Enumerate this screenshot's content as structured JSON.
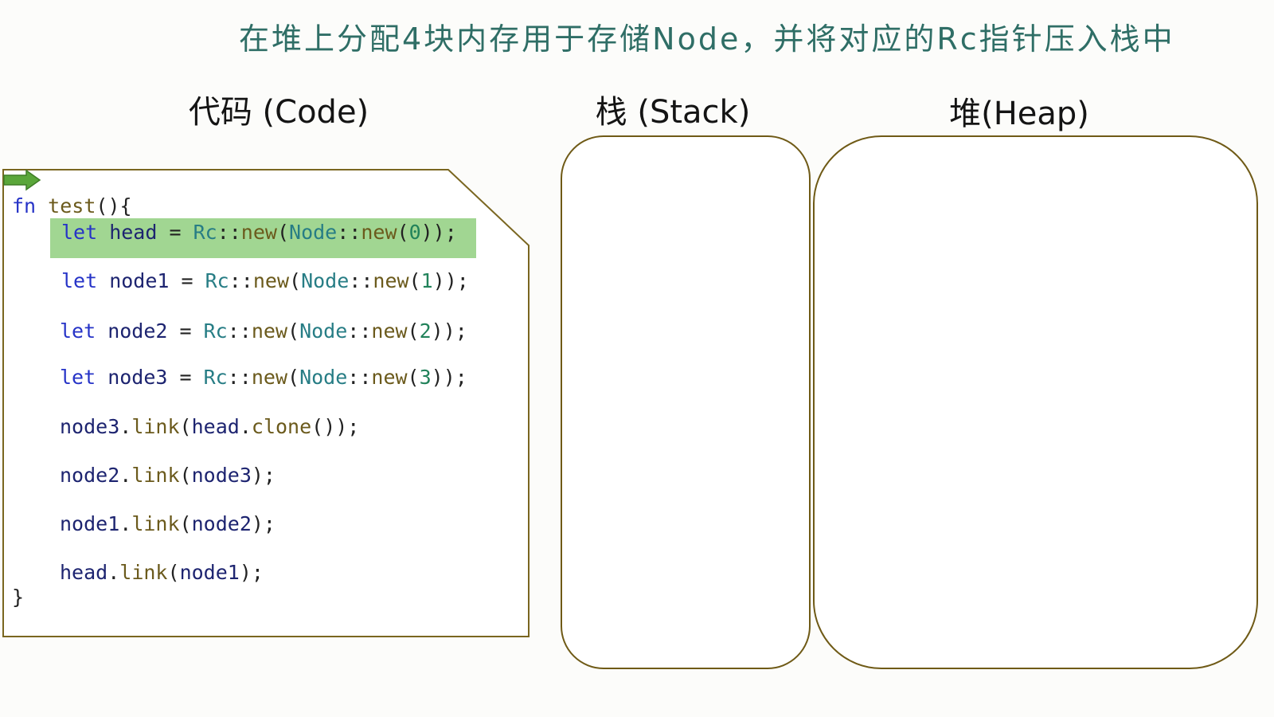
{
  "header": {
    "title": "在堆上分配4块内存用于存储Node，并将对应的Rc指针压入栈中"
  },
  "sections": {
    "code_title": "代码 (Code)",
    "stack_title": "栈 (Stack)",
    "heap_title": "堆(Heap)"
  },
  "code": {
    "current_line": 1,
    "lines": [
      {
        "tokens": [
          {
            "t": "fn",
            "k": "kw"
          },
          {
            "t": " ",
            "k": "pun"
          },
          {
            "t": "test",
            "k": "fn"
          },
          {
            "t": "(){",
            "k": "pun"
          }
        ]
      },
      {
        "tokens": [
          {
            "t": "let",
            "k": "kw"
          },
          {
            "t": " head ",
            "k": "var"
          },
          {
            "t": "= ",
            "k": "pun"
          },
          {
            "t": "Rc",
            "k": "ty"
          },
          {
            "t": "::",
            "k": "pun"
          },
          {
            "t": "new",
            "k": "fn"
          },
          {
            "t": "(",
            "k": "pun"
          },
          {
            "t": "Node",
            "k": "ty"
          },
          {
            "t": "::",
            "k": "pun"
          },
          {
            "t": "new",
            "k": "fn"
          },
          {
            "t": "(",
            "k": "pun"
          },
          {
            "t": "0",
            "k": "num"
          },
          {
            "t": "));",
            "k": "pun"
          }
        ]
      },
      {
        "tokens": [
          {
            "t": "let",
            "k": "kw"
          },
          {
            "t": " node1 ",
            "k": "var"
          },
          {
            "t": "= ",
            "k": "pun"
          },
          {
            "t": "Rc",
            "k": "ty"
          },
          {
            "t": "::",
            "k": "pun"
          },
          {
            "t": "new",
            "k": "fn"
          },
          {
            "t": "(",
            "k": "pun"
          },
          {
            "t": "Node",
            "k": "ty"
          },
          {
            "t": "::",
            "k": "pun"
          },
          {
            "t": "new",
            "k": "fn"
          },
          {
            "t": "(",
            "k": "pun"
          },
          {
            "t": "1",
            "k": "num"
          },
          {
            "t": "));",
            "k": "pun"
          }
        ]
      },
      {
        "tokens": [
          {
            "t": "let",
            "k": "kw"
          },
          {
            "t": " node2 ",
            "k": "var"
          },
          {
            "t": "= ",
            "k": "pun"
          },
          {
            "t": "Rc",
            "k": "ty"
          },
          {
            "t": "::",
            "k": "pun"
          },
          {
            "t": "new",
            "k": "fn"
          },
          {
            "t": "(",
            "k": "pun"
          },
          {
            "t": "Node",
            "k": "ty"
          },
          {
            "t": "::",
            "k": "pun"
          },
          {
            "t": "new",
            "k": "fn"
          },
          {
            "t": "(",
            "k": "pun"
          },
          {
            "t": "2",
            "k": "num"
          },
          {
            "t": "));",
            "k": "pun"
          }
        ]
      },
      {
        "tokens": [
          {
            "t": "let",
            "k": "kw"
          },
          {
            "t": " node3 ",
            "k": "var"
          },
          {
            "t": "= ",
            "k": "pun"
          },
          {
            "t": "Rc",
            "k": "ty"
          },
          {
            "t": "::",
            "k": "pun"
          },
          {
            "t": "new",
            "k": "fn"
          },
          {
            "t": "(",
            "k": "pun"
          },
          {
            "t": "Node",
            "k": "ty"
          },
          {
            "t": "::",
            "k": "pun"
          },
          {
            "t": "new",
            "k": "fn"
          },
          {
            "t": "(",
            "k": "pun"
          },
          {
            "t": "3",
            "k": "num"
          },
          {
            "t": "));",
            "k": "pun"
          }
        ]
      },
      {
        "tokens": [
          {
            "t": "node3",
            "k": "var"
          },
          {
            "t": ".",
            "k": "pun"
          },
          {
            "t": "link",
            "k": "fn"
          },
          {
            "t": "(",
            "k": "pun"
          },
          {
            "t": "head",
            "k": "var"
          },
          {
            "t": ".",
            "k": "pun"
          },
          {
            "t": "clone",
            "k": "fn"
          },
          {
            "t": "());",
            "k": "pun"
          }
        ]
      },
      {
        "tokens": [
          {
            "t": "node2",
            "k": "var"
          },
          {
            "t": ".",
            "k": "pun"
          },
          {
            "t": "link",
            "k": "fn"
          },
          {
            "t": "(",
            "k": "pun"
          },
          {
            "t": "node3",
            "k": "var"
          },
          {
            "t": ");",
            "k": "pun"
          }
        ]
      },
      {
        "tokens": [
          {
            "t": "node1",
            "k": "var"
          },
          {
            "t": ".",
            "k": "pun"
          },
          {
            "t": "link",
            "k": "fn"
          },
          {
            "t": "(",
            "k": "pun"
          },
          {
            "t": "node2",
            "k": "var"
          },
          {
            "t": ");",
            "k": "pun"
          }
        ]
      },
      {
        "tokens": [
          {
            "t": "head",
            "k": "var"
          },
          {
            "t": ".",
            "k": "pun"
          },
          {
            "t": "link",
            "k": "fn"
          },
          {
            "t": "(",
            "k": "pun"
          },
          {
            "t": "node1",
            "k": "var"
          },
          {
            "t": ");",
            "k": "pun"
          }
        ]
      },
      {
        "tokens": [
          {
            "t": "}",
            "k": "pun"
          }
        ]
      }
    ]
  },
  "colors": {
    "title": "#2f6e66",
    "highlight": "#97d186",
    "arrow": "#5aa63a",
    "box_border": "#6f5a16",
    "keyword": "#2633c7",
    "function": "#6b5a1c",
    "type": "#277d85",
    "number": "#21825a",
    "variable": "#1d2470"
  },
  "icons": {
    "pointer": "current-line-arrow-icon"
  }
}
